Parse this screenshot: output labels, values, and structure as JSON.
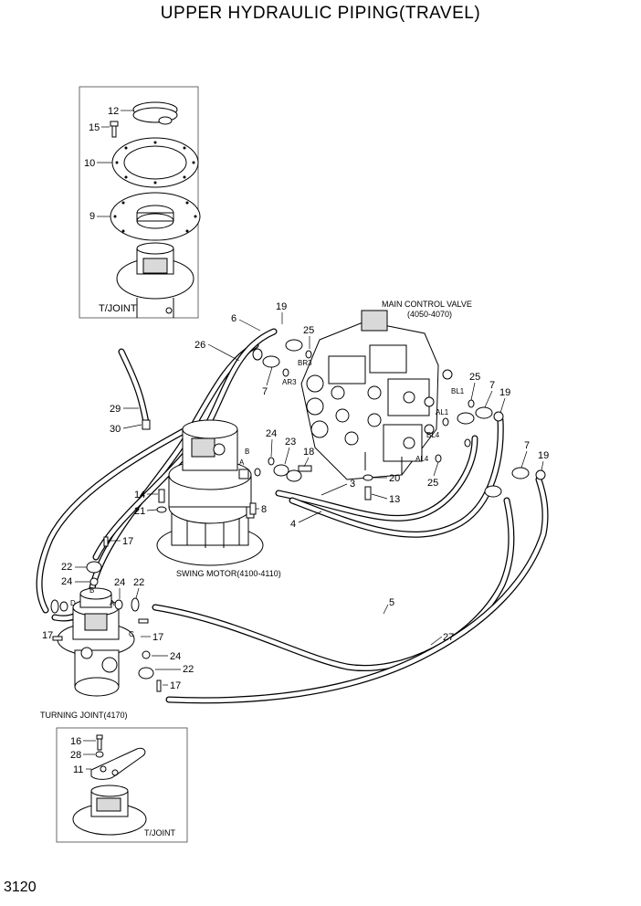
{
  "title": "UPPER HYDRAULIC PIPING(TRAVEL)",
  "page_number": "3120",
  "captions": {
    "tjoint_top": "T/JOINT",
    "tjoint_bottom": "T/JOINT",
    "main_control_valve": "MAIN CONTROL VALVE",
    "mcv_range": "(4050-4070)",
    "swing_motor": "SWING MOTOR(4100-4110)",
    "turning_joint": "TURNING JOINT(4170)"
  },
  "port_labels": {
    "br3": "BR3",
    "ar3": "AR3",
    "bl1": "BL1",
    "al1": "AL1",
    "bl4": "BL4",
    "al4": "AL4",
    "sm_a": "A",
    "sm_b": "B",
    "tj_a": "A",
    "tj_b": "B",
    "tj_c": "C",
    "tj_d": "D"
  },
  "callouts": {
    "c12": "12",
    "c15": "15",
    "c10": "10",
    "c9": "9",
    "c6": "6",
    "c19a": "19",
    "c26": "26",
    "c25a": "25",
    "c7a": "7",
    "c29": "29",
    "c30": "30",
    "c25b": "25",
    "c7b": "7",
    "c19b": "19",
    "c24a": "24",
    "c23": "23",
    "c18": "18",
    "c3": "3",
    "c20": "20",
    "c13": "13",
    "c4": "4",
    "c7c": "7",
    "c19c": "19",
    "c25c": "25",
    "c14": "14",
    "c21": "21",
    "c8": "8",
    "c17a": "17",
    "c22a": "22",
    "c24b": "24",
    "c24c": "24",
    "c22b": "22",
    "c5": "5",
    "c27": "27",
    "c17b": "17",
    "c17c": "17",
    "c24d": "24",
    "c22c": "22",
    "c17d": "17",
    "c16": "16",
    "c28": "28",
    "c11": "11"
  }
}
